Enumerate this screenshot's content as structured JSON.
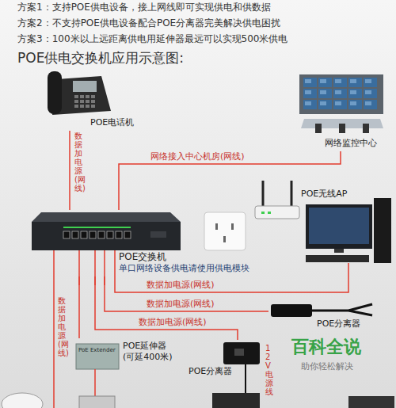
{
  "diagram": {
    "title": "POE供电交换机应用示意图:",
    "nodes": [
      {
        "text": [
          "POE电话机"
        ]
      },
      {
        "text": [
          "网络监控中心"
        ]
      },
      {
        "text": [
          "POE交换机",
          "单口网络设备供电请使用供电模块"
        ]
      },
      {
        "text": [
          "POE无线AP"
        ]
      },
      {
        "text": [
          "POE分离器"
        ]
      },
      {
        "text": [
          "POE延伸器 (可延400米)"
        ]
      },
      {
        "text": [
          "POE分离器"
        ]
      }
    ],
    "edges": [
      {
        "from": 2,
        "to": 0,
        "arrow": "none",
        "label": "数据加电源(网线)"
      },
      {
        "from": 2,
        "to": 1,
        "arrow": "none",
        "label": "网络接入中心机房(网线)"
      },
      {
        "from": 2,
        "to": 4,
        "arrow": "none",
        "label": "数据加电源(网线)"
      },
      {
        "from": 2,
        "to": 6,
        "arrow": "none",
        "label": "数据加电源(网线)"
      },
      {
        "from": 2,
        "to": 5,
        "arrow": "none"
      }
    ],
    "labels": [
      "方案1：支持POE供电设备，接上网线即可实现供电和供数据",
      "方案2：不支持POE供电设备配合POE分离器完美解决供电困扰",
      "方案3：100米以上远距离供电用延伸器最远可以实现500米供电",
      "数据加电源(网线)",
      "数据加电源(网线)",
      "12V电源线",
      "PoE Extender",
      "百科全说",
      "助你轻松解决"
    ]
  }
}
